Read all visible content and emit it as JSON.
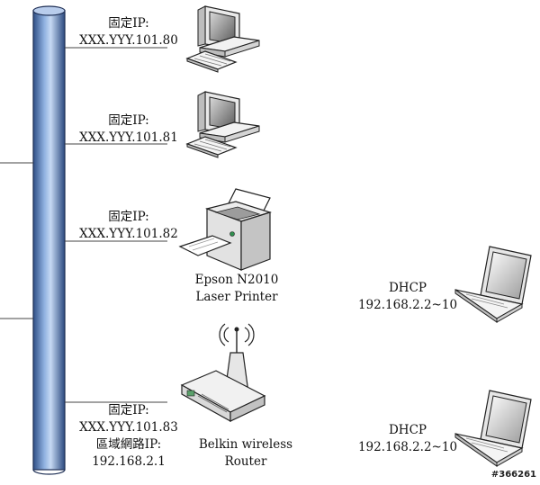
{
  "nodes": {
    "pc1": {
      "line1": "固定IP:",
      "line2": "XXX.YYY.101.80"
    },
    "pc2": {
      "line1": "固定IP:",
      "line2": "XXX.YYY.101.81"
    },
    "printer": {
      "line1": "固定IP:",
      "line2": "XXX.YYY.101.82",
      "name1": "Epson N2010",
      "name2": "Laser Printer"
    },
    "router": {
      "line1": "固定IP:",
      "line2": "XXX.YYY.101.83",
      "line3": "區域網路IP:",
      "line4": "192.168.2.1",
      "name1": "Belkin wireless",
      "name2": "Router"
    },
    "laptop1": {
      "line1": "DHCP",
      "line2": "192.168.2.2~10"
    },
    "laptop2": {
      "line1": "DHCP",
      "line2": "192.168.2.2~10"
    }
  },
  "watermark": "#366261"
}
